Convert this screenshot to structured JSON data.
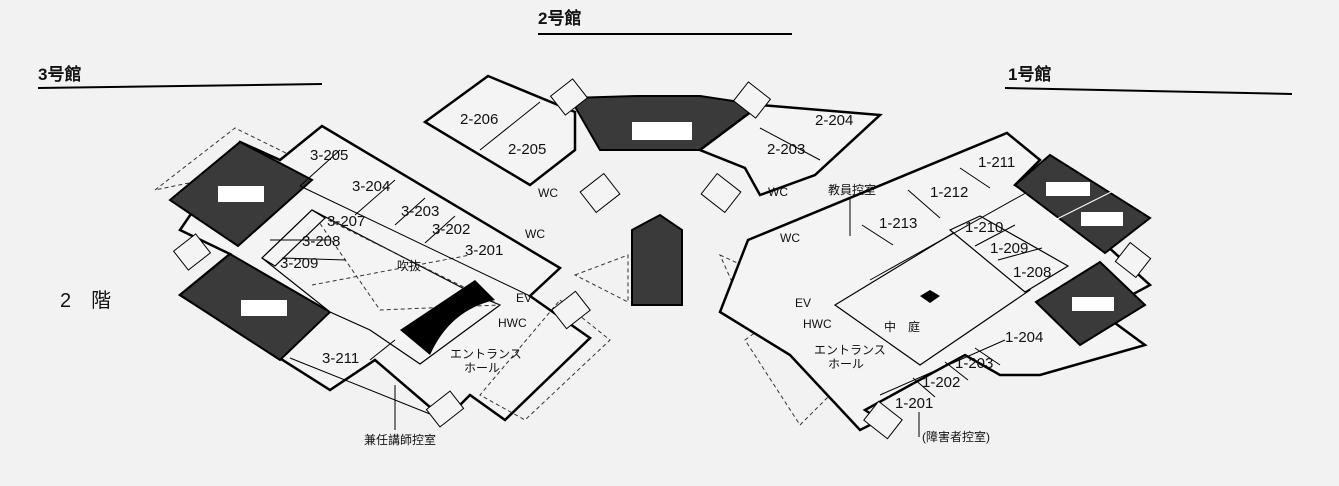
{
  "headers": {
    "building2": "2号館",
    "building3": "3号館",
    "building1": "1号館"
  },
  "floor_label": "2　階",
  "building3": {
    "rooms": [
      "3-205",
      "3-204",
      "3-203",
      "3-202",
      "3-201",
      "3-207",
      "3-208",
      "3-209",
      "3-211"
    ],
    "atrium": "吹抜",
    "wc": "WC",
    "ev": "EV",
    "hwc": "HWC",
    "entrance": [
      "エントランス",
      "ホール"
    ],
    "adjunct_room": "兼任講師控室"
  },
  "building2": {
    "rooms": [
      "2-206",
      "2-205",
      "2-204",
      "2-203"
    ],
    "wc_left": "WC",
    "wc_right": "WC"
  },
  "building1": {
    "rooms": [
      "1-211",
      "1-212",
      "1-213",
      "1-210",
      "1-209",
      "1-208",
      "1-204",
      "1-203",
      "1-202",
      "1-201"
    ],
    "faculty_room": "教員控室",
    "wc": "WC",
    "ev": "EV",
    "hwc": "HWC",
    "courtyard": "中　庭",
    "entrance": [
      "エントランス",
      "ホール"
    ],
    "accessible_room": "(障害者控室)"
  }
}
